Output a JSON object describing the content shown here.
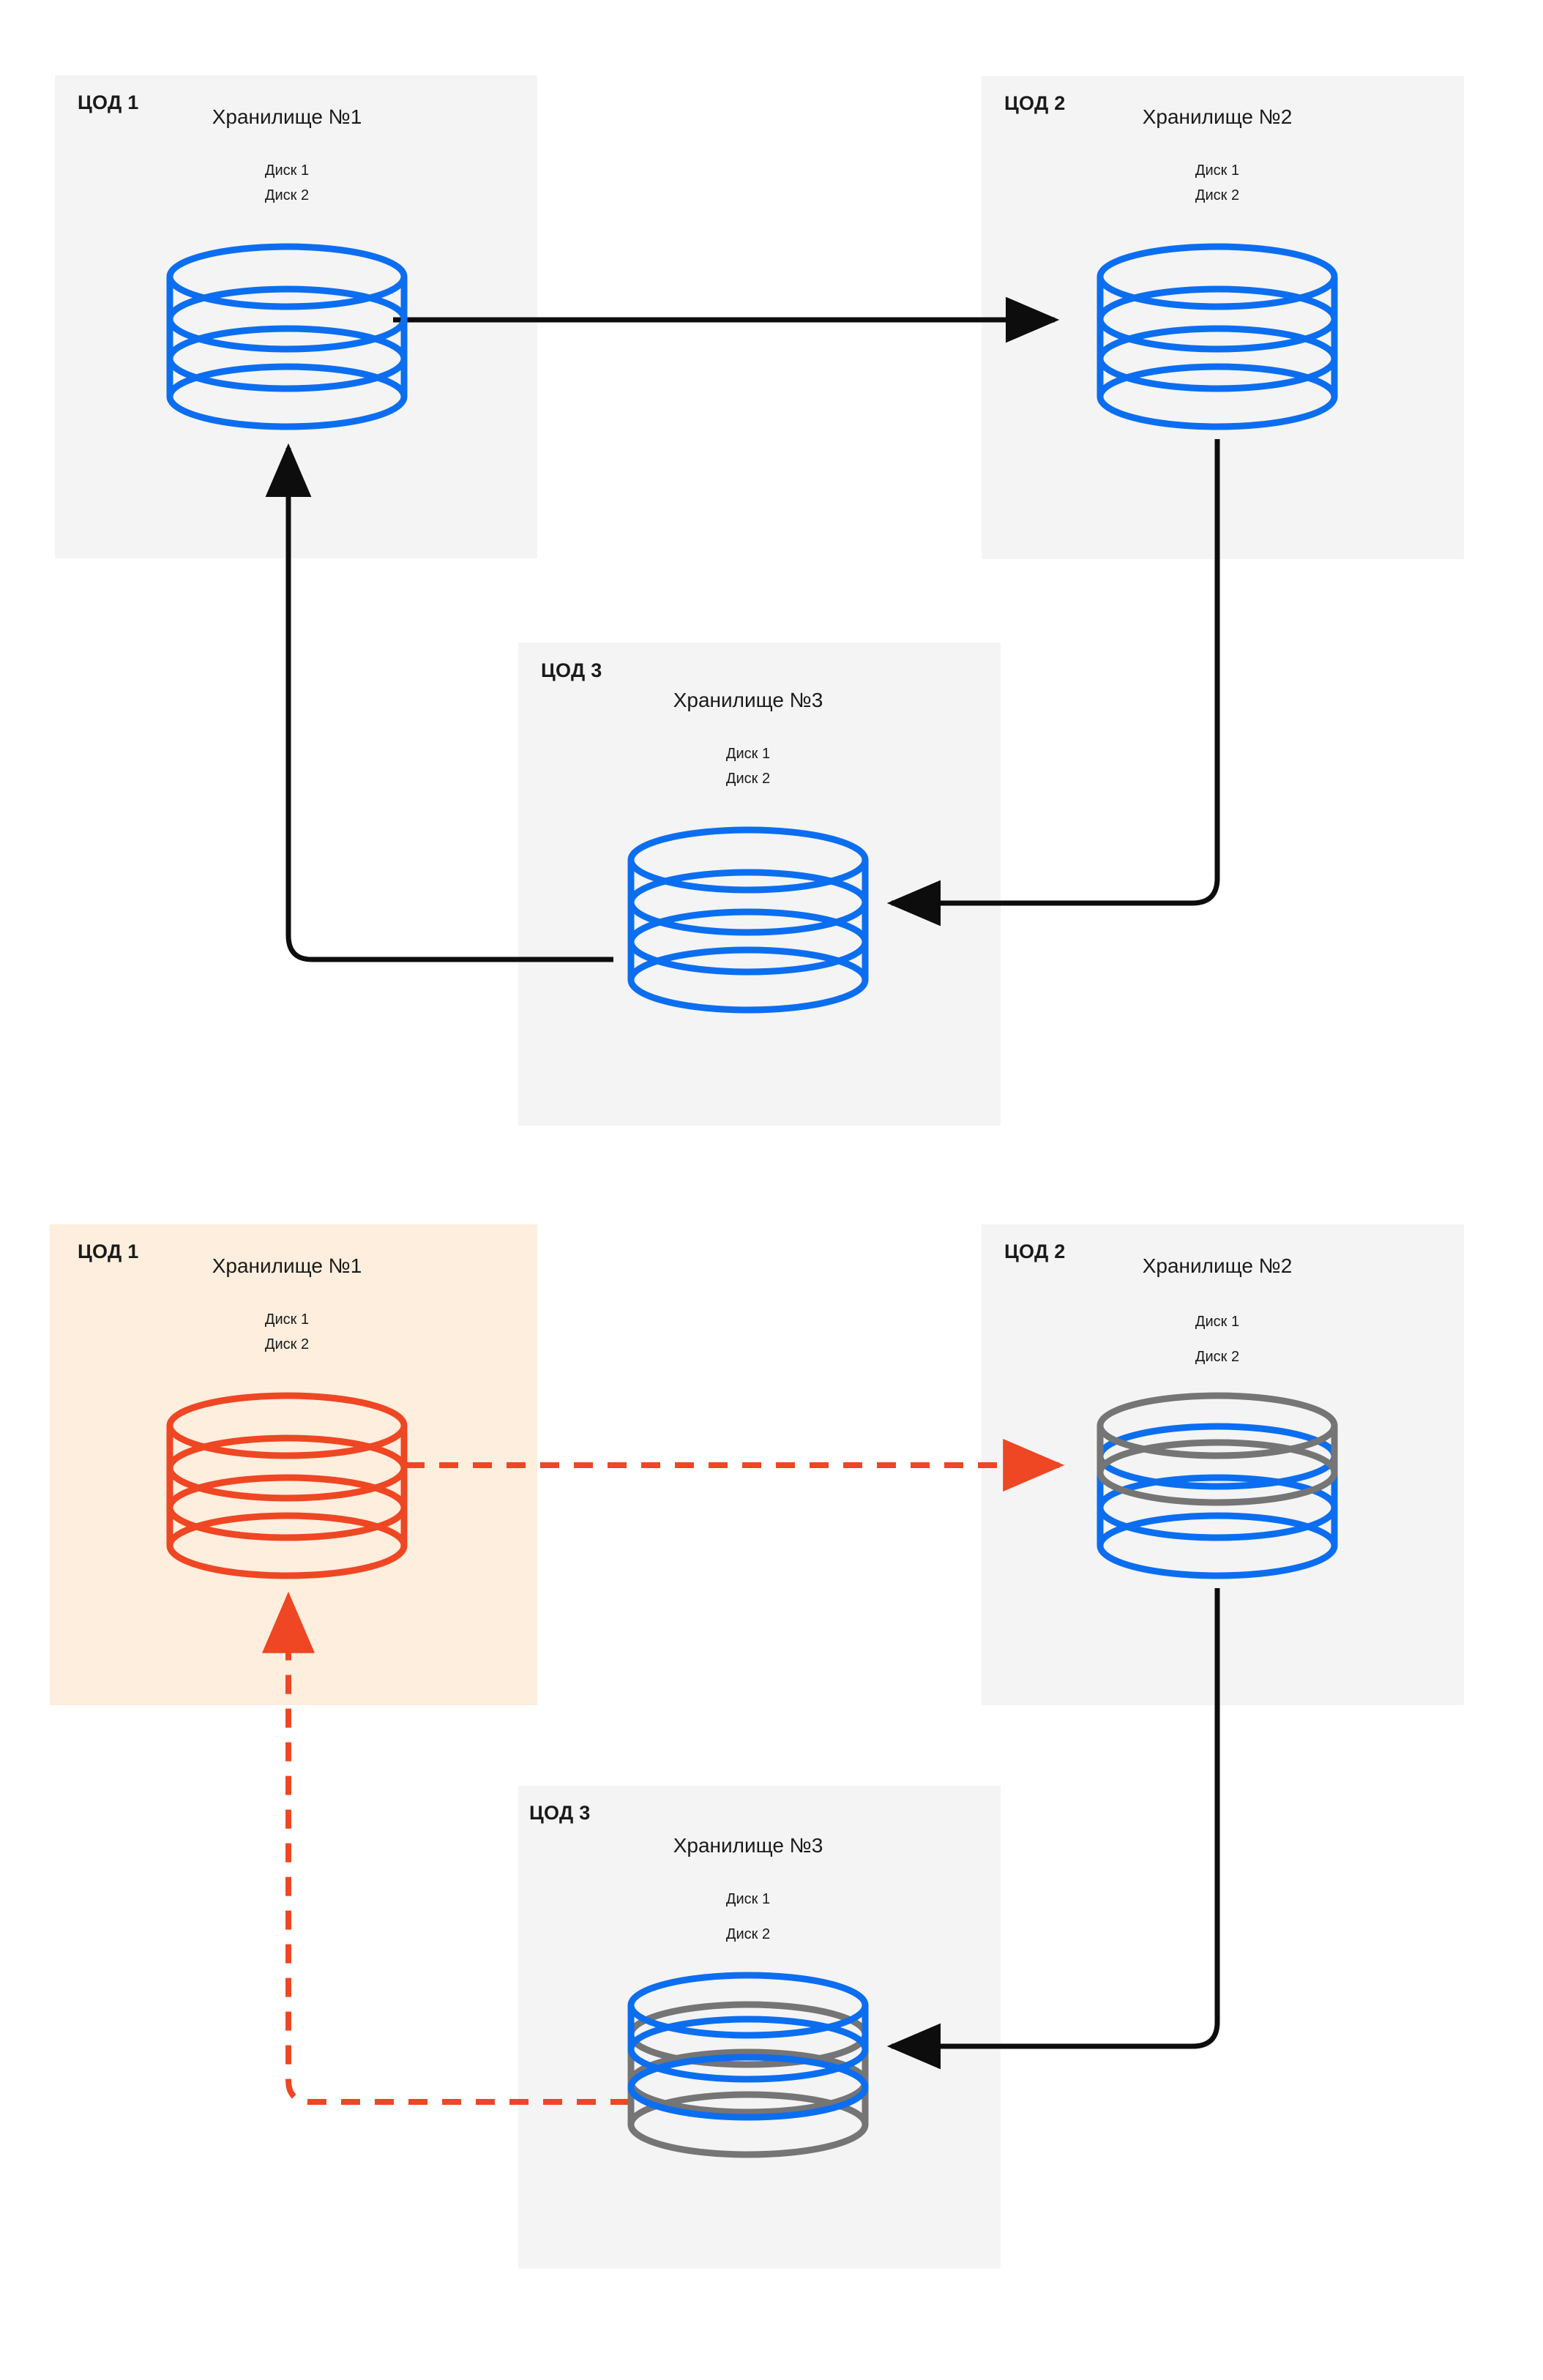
{
  "colors": {
    "panel_gray": "#f4f4f4",
    "panel_cream": "#fdeedd",
    "cylinder_blue": "#1473e6",
    "cylinder_blue_alt": "#0b6ef0",
    "cylinder_orange": "#ef4623",
    "cylinder_gray": "#757575",
    "arrow_black": "#0d0d0d",
    "arrow_orange": "#ef4623",
    "text": "#1a1a1a"
  },
  "diagrams": [
    {
      "id": "normal-state",
      "panels": [
        {
          "id": "dc1-top",
          "title": "ЦОД 1"
        },
        {
          "id": "dc2-top",
          "title": "ЦОД 2"
        },
        {
          "id": "dc3-top",
          "title": "ЦОД 3"
        }
      ],
      "storages": [
        {
          "id": "storage-1-top",
          "title": "Хранилище №1",
          "disks": [
            "Диск 1",
            "Диск 2"
          ],
          "state": "blue"
        },
        {
          "id": "storage-2-top",
          "title": "Хранилище №2",
          "disks": [
            "Диск 1",
            "Диск 2"
          ],
          "state": "blue"
        },
        {
          "id": "storage-3-top",
          "title": "Хранилище №3",
          "disks": [
            "Диск 1",
            "Диск 2"
          ],
          "state": "blue"
        }
      ],
      "connections": [
        {
          "from": "storage-1-top",
          "to": "storage-2-top",
          "style": "solid",
          "color": "#0d0d0d"
        },
        {
          "from": "storage-2-top",
          "to": "storage-3-top",
          "style": "solid",
          "color": "#0d0d0d"
        },
        {
          "from": "storage-3-top",
          "to": "storage-1-top",
          "style": "solid",
          "color": "#0d0d0d"
        }
      ]
    },
    {
      "id": "failure-state",
      "panels": [
        {
          "id": "dc1-bottom",
          "title": "ЦОД 1"
        },
        {
          "id": "dc2-bottom",
          "title": "ЦОД 2"
        },
        {
          "id": "dc3-bottom",
          "title": "ЦОД 3"
        }
      ],
      "storages": [
        {
          "id": "storage-1-bottom",
          "title": "Хранилище №1",
          "disks": [
            "Диск 1",
            "Диск 2"
          ],
          "state": "orange"
        },
        {
          "id": "storage-2-bottom",
          "title": "Хранилище №2",
          "disks": [
            "Диск 1",
            "Диск 2"
          ],
          "state": "gray-over-blue"
        },
        {
          "id": "storage-3-bottom",
          "title": "Хранилище №3",
          "disks": [
            "Диск 1",
            "Диск 2"
          ],
          "state": "blue-over-gray"
        }
      ],
      "connections": [
        {
          "from": "storage-1-bottom",
          "to": "storage-2-bottom",
          "style": "dashed",
          "color": "#ef4623"
        },
        {
          "from": "storage-2-bottom",
          "to": "storage-3-bottom",
          "style": "solid",
          "color": "#0d0d0d"
        },
        {
          "from": "storage-3-bottom",
          "to": "storage-1-bottom",
          "style": "dashed",
          "color": "#ef4623"
        }
      ]
    }
  ]
}
